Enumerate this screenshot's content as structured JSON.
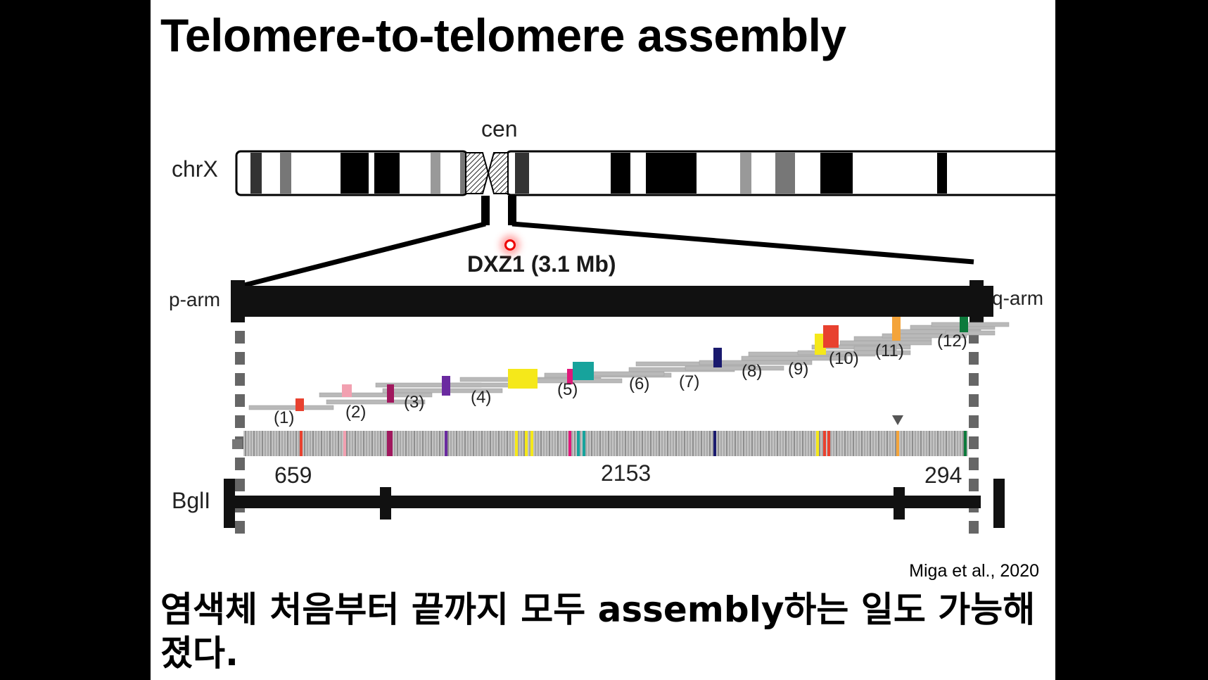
{
  "slide": {
    "title": "Telomere-to-telomere assembly",
    "caption": "염색체 처음부터 끝까지 모두 assembly하는 일도 가능해졌다.",
    "citation": "Miga et al., 2020"
  },
  "diagram": {
    "chromosome_label": "chrX",
    "centromere_label": "cen",
    "region_label": "DXZ1 (3.1 Mb)",
    "p_arm_label": "p-arm",
    "q_arm_label": "q-arm",
    "enzyme_label": "BglI",
    "fragment_sizes": [
      "659",
      "2153",
      "294"
    ],
    "contig_labels": [
      "(1)",
      "(2)",
      "(3)",
      "(4)",
      "(5)",
      "(6)",
      "(7)",
      "(8)",
      "(9)",
      "(10)",
      "(11)",
      "(12)"
    ],
    "marker_colors": [
      "#e8412f",
      "#f2a0b0",
      "#a0185e",
      "#6a2aa0",
      "#f5e81a",
      "#e0187a",
      "#17a39c",
      "#1a1a6e",
      "#f5e81a",
      "#e8412f",
      "#f4a43a",
      "#0d7a3c"
    ],
    "cursor_icon": "pointer-highlight-icon"
  }
}
